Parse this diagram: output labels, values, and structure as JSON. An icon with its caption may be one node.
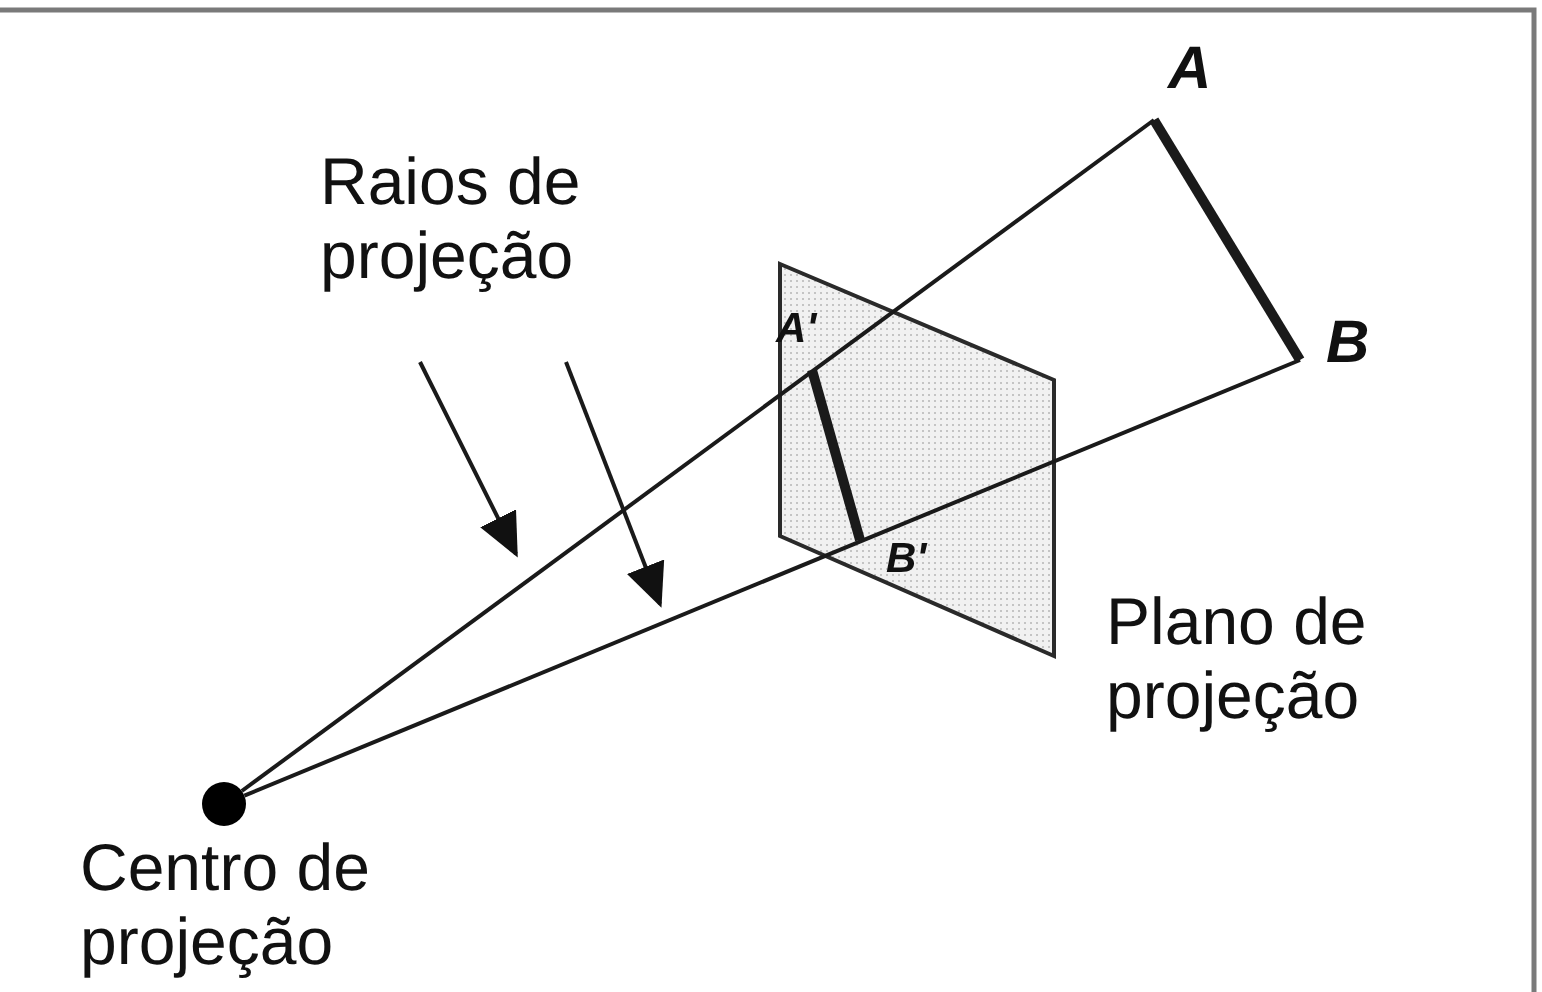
{
  "diagram": {
    "nodes": [
      {
        "text": [
          "A"
        ]
      },
      {
        "text": [
          "Raios de projeção"
        ]
      },
      {
        "text": [],
        "shape": "parallelogram",
        "beside": [
          "Plano de projeção"
        ]
      },
      {
        "text": [
          "A'"
        ],
        "in": 2
      },
      {
        "text": [
          "B"
        ]
      },
      {
        "text": [
          "B'"
        ],
        "in": 2
      },
      {
        "text": [],
        "shape": "circle",
        "beside": [
          "Centro de projeção"
        ]
      }
    ],
    "edges": [
      {
        "from": 6,
        "to": 0,
        "arrow": "none"
      },
      {
        "from": 6,
        "to": 4,
        "arrow": "none"
      },
      {
        "from": 0,
        "to": 4,
        "arrow": "none",
        "style": "thick"
      },
      {
        "from": 3,
        "to": 5,
        "arrow": "none",
        "style": "thick"
      },
      {
        "from": 1,
        "to": null,
        "arrow": "to"
      },
      {
        "from": 1,
        "to": null,
        "arrow": "to"
      }
    ]
  }
}
